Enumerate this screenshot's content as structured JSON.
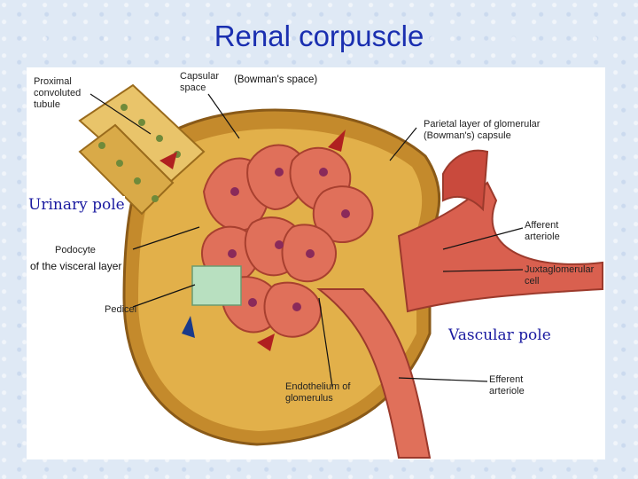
{
  "title": "Renal corpuscle",
  "labels": {
    "proximal_tubule": "Proximal convoluted tubule",
    "capsular_space": "Capsular space",
    "bowmans_space": "(Bowman's space)",
    "parietal_layer": "Parietal layer of glomerular (Bowman's) capsule",
    "urinary_pole": "Urinary pole",
    "podocyte": "Podocyte",
    "visceral_layer": "of the visceral layer",
    "pedicel": "Pedicel",
    "afferent_arteriole": "Afferent arteriole",
    "juxtaglomerular_cell": "Juxtaglomerular cell",
    "vascular_pole": "Vascular pole",
    "endothelium": "Endothelium of glomerulus",
    "efferent_arteriole": "Efferent arteriole"
  },
  "colors": {
    "title": "#1a2fb0",
    "pole_text": "#1a1aa0",
    "capsule_fill": "#d9a53a",
    "capillary": "#e0705a",
    "arteriole": "#d9604f",
    "highlight_box": "#b8e0c0"
  }
}
